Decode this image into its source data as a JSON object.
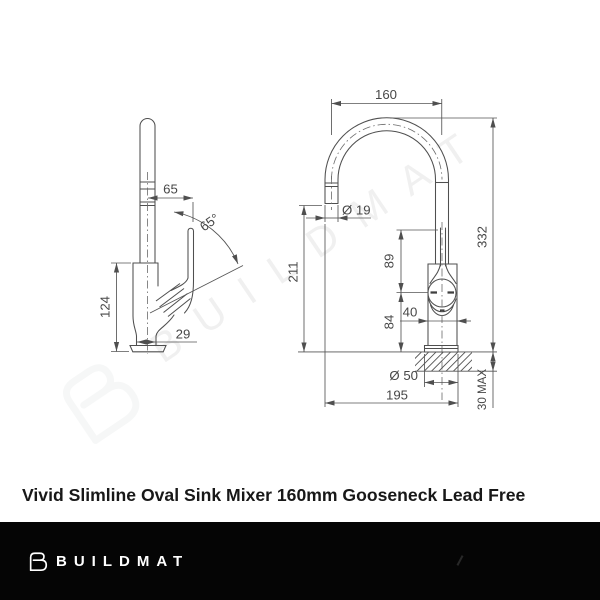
{
  "image": {
    "type": "product-dimension-drawing",
    "background": "#ffffff"
  },
  "watermark": {
    "text": "BUILDMAT",
    "letters_color": "#f0f0f0",
    "logo_color": "#f6f7f7"
  },
  "diagram": {
    "line_color": "#4f4f4f",
    "side_view": {
      "dims": {
        "spout_offset": "65",
        "handle_swing_angle": "65°",
        "body_height": "124",
        "base_width": "29"
      }
    },
    "front_view": {
      "dims": {
        "spout_reach": "160",
        "outlet_diameter": "Ø 19",
        "spout_clearance": "211",
        "overall_height": "332",
        "upper_body": "89",
        "lower_body": "84",
        "body_width": "40",
        "base_diameter": "Ø 50",
        "overall_width": "195",
        "max_counter": "30 MAX"
      }
    }
  },
  "title": {
    "text": "Vivid Slimline Oval Sink Mixer 160mm Gooseneck Lead Free",
    "color": "#181818"
  },
  "footer": {
    "brand": "BUILDMAT",
    "background": "#050505",
    "text_color": "#ffffff"
  }
}
